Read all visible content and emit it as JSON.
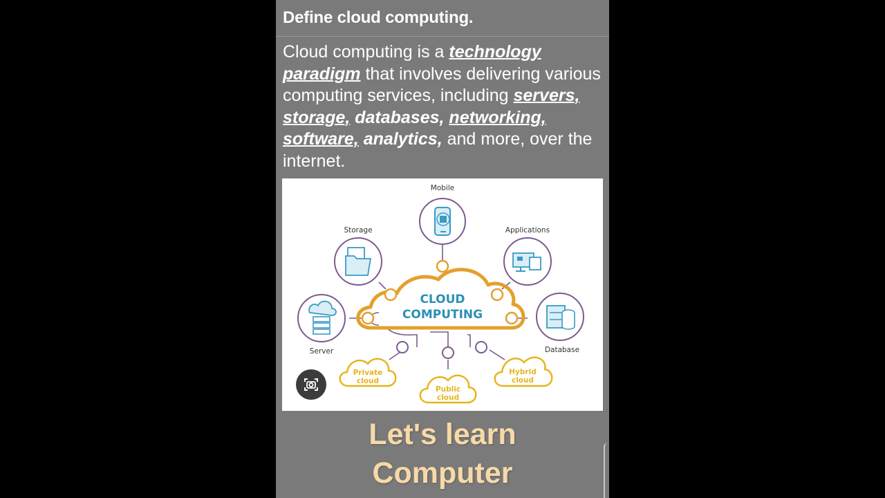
{
  "heading": "Define cloud computing.",
  "paragraph": {
    "p1": "Cloud computing is a ",
    "t1": "technology",
    "t2": "paradigm",
    "p2": " that involves delivering various computing services, including ",
    "t3": "servers,",
    "t4": "storage,",
    "t5": "databases,",
    "t6": "networking,",
    "t7": "software,",
    "t8": "analytics,",
    "p3": " and more, over the internet."
  },
  "diagram": {
    "center_line1": "CLOUD",
    "center_line2": "COMPUTING",
    "nodes": {
      "mobile": "Mobile",
      "storage": "Storage",
      "applications": "Applications",
      "server": "Server",
      "database": "Database"
    },
    "clouds": {
      "private_1": "Private",
      "private_2": "cloud",
      "public_1": "Public",
      "public_2": "cloud",
      "hybrid_1": "Hybrid",
      "hybrid_2": "cloud"
    },
    "colors": {
      "cloud_outline": "#e3a12c",
      "sub_cloud": "#e6b51e",
      "icon_circle": "#7b5a8e",
      "icon_blue": "#3a9ac6",
      "connector": "#7b5a8e"
    },
    "icons": [
      "phone-icon",
      "folder-icon",
      "applications-icon",
      "server-icon",
      "database-icon"
    ]
  },
  "lens_icon": "visual-search-icon",
  "caption": {
    "line1": "Let's learn",
    "line2": "Computer"
  }
}
